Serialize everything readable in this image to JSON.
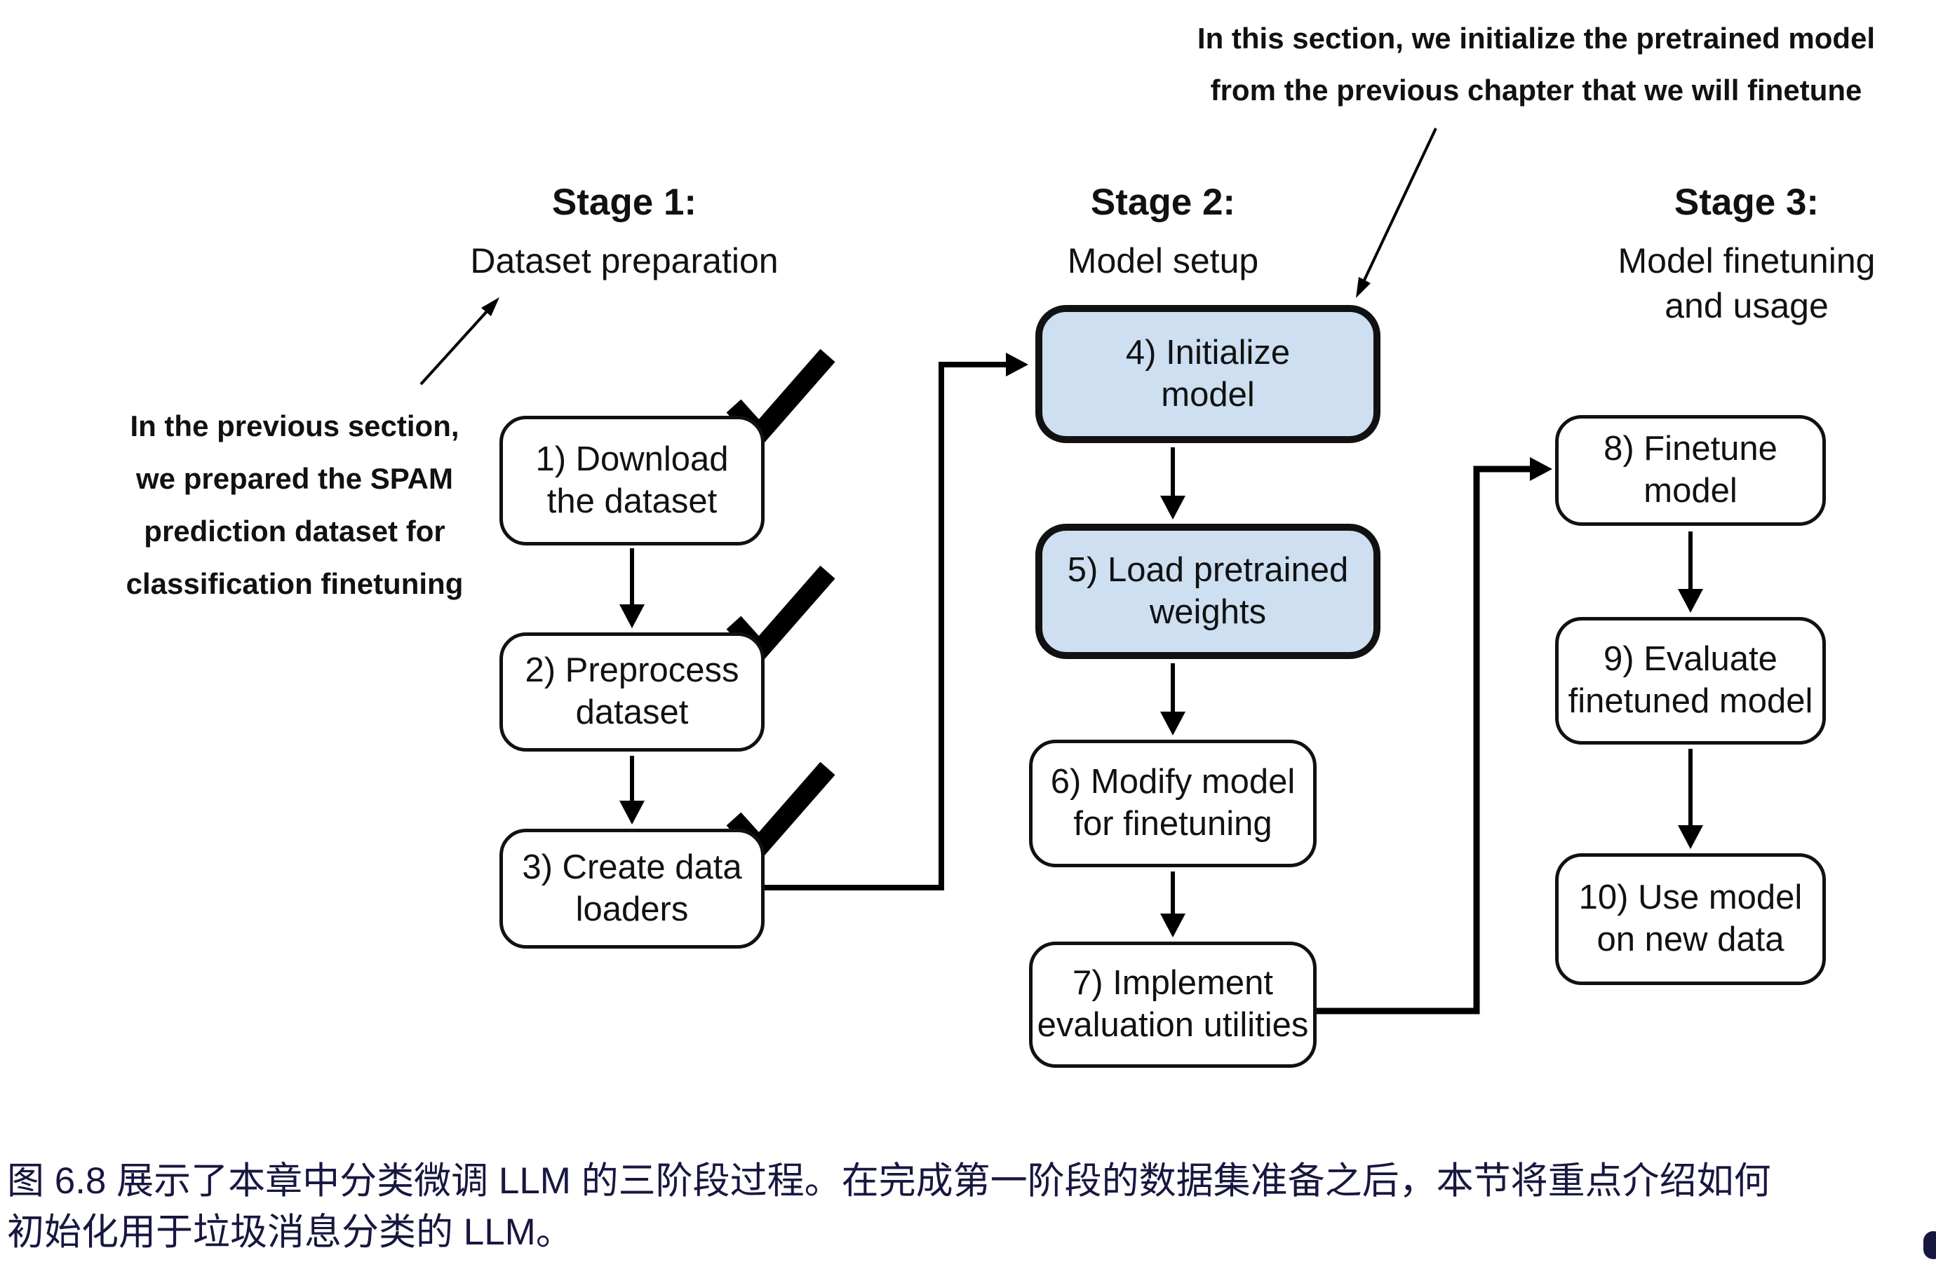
{
  "figure": {
    "type": "flowchart",
    "description_visible": false
  },
  "stages": [
    {
      "id": "stage-1",
      "title": "Stage 1:",
      "subtitle": "Dataset preparation"
    },
    {
      "id": "stage-2",
      "title": "Stage 2:",
      "subtitle": "Model setup"
    },
    {
      "id": "stage-3",
      "title": "Stage 3:",
      "subtitle": "Model finetuning\nand usage"
    }
  ],
  "boxes": [
    {
      "index": 1,
      "label": "1) Download\nthe dataset",
      "stage": 1,
      "checked": true,
      "highlighted": false
    },
    {
      "index": 2,
      "label": "2) Preprocess\ndataset",
      "stage": 1,
      "checked": true,
      "highlighted": false
    },
    {
      "index": 3,
      "label": "3) Create data\nloaders",
      "stage": 1,
      "checked": true,
      "highlighted": false
    },
    {
      "index": 4,
      "label": "4) Initialize\nmodel",
      "stage": 2,
      "checked": false,
      "highlighted": true
    },
    {
      "index": 5,
      "label": "5) Load pretrained\nweights",
      "stage": 2,
      "checked": false,
      "highlighted": true
    },
    {
      "index": 6,
      "label": "6) Modify model\nfor finetuning",
      "stage": 2,
      "checked": false,
      "highlighted": false
    },
    {
      "index": 7,
      "label": "7) Implement\nevaluation utilities",
      "stage": 2,
      "checked": false,
      "highlighted": false
    },
    {
      "index": 8,
      "label": "8) Finetune model",
      "stage": 3,
      "checked": false,
      "highlighted": false
    },
    {
      "index": 9,
      "label": "9) Evaluate\nfinetuned model",
      "stage": 3,
      "checked": false,
      "highlighted": false
    },
    {
      "index": 10,
      "label": "10) Use model\non new data",
      "stage": 3,
      "checked": false,
      "highlighted": false
    }
  ],
  "annotations": {
    "top": "In this section, we initialize the pretrained model\nfrom the previous chapter that we will finetune",
    "left": "In the previous section,\nwe prepared the SPAM\nprediction dataset for\nclassification finetuning"
  },
  "caption": {
    "line1": "图 6.8 展示了本章中分类微调 LLM 的三阶段过程。在完成第一阶段的数据集准备之后，本节将重点介绍如何",
    "line2": "初始化用于垃圾消息分类的 LLM。"
  },
  "colors": {
    "highlight_fill": "#cddff1",
    "box_border": "#111111",
    "line_color": "#000000",
    "caption_text": "#171740",
    "background": "#ffffff"
  }
}
